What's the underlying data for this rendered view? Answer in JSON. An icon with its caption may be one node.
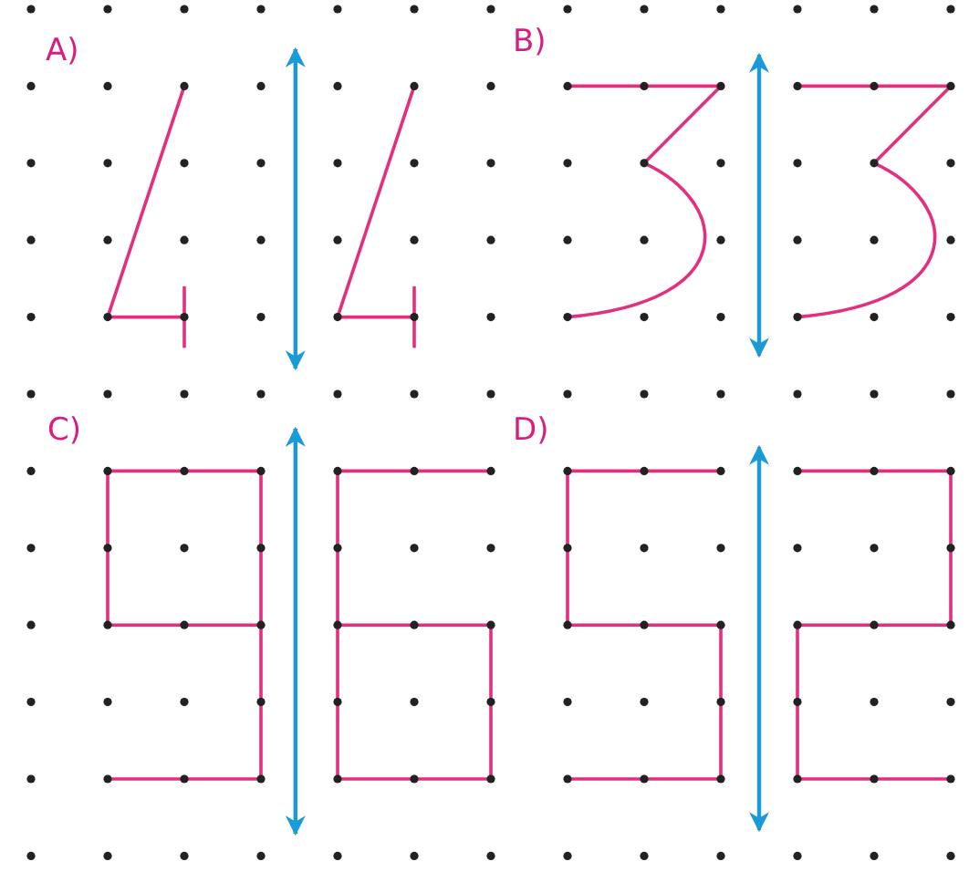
{
  "diagram": {
    "labels": [
      "A)",
      "B)",
      "C)",
      "D)"
    ]
  }
}
